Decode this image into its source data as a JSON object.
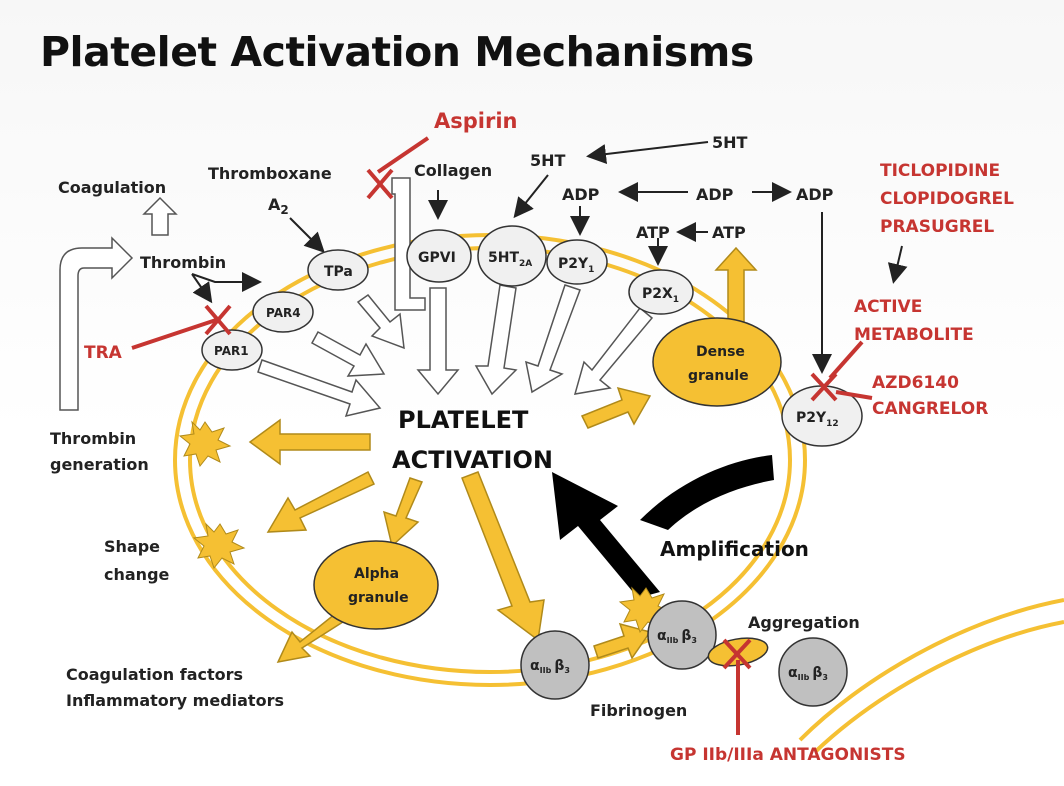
{
  "title": "Platelet Activation Mechanisms",
  "center": {
    "line1": "PLATELET",
    "line2": "ACTIVATION"
  },
  "drugs": {
    "aspirin": "Aspirin",
    "ticlopidine": "TICLOPIDINE",
    "clopidogrel": "CLOPIDOGREL",
    "prasugrel": "PRASUGREL",
    "active1": "ACTIVE",
    "active2": "METABOLITE",
    "azd": "AZD6140",
    "cangrelor": "CANGRELOR",
    "tra": "TRA",
    "gp": "GP IIb/IIIa ANTAGONISTS"
  },
  "labels": {
    "coagulation": "Coagulation",
    "thromboxane": "Thromboxane",
    "a2": "A",
    "a2_sub": "2",
    "collagen": "Collagen",
    "fiveht_top_left": "5HT",
    "fiveht_top_right": "5HT",
    "adp_left": "ADP",
    "adp_mid": "ADP",
    "adp_right": "ADP",
    "atp_left": "ATP",
    "atp_right": "ATP",
    "thrombin": "Thrombin",
    "thrombin_gen1": "Thrombin",
    "thrombin_gen2": "generation",
    "shape1": "Shape",
    "shape2": "change",
    "coag_factors": "Coagulation factors",
    "inflam": "Inflammatory mediators",
    "amplification": "Amplification",
    "aggregation": "Aggregation",
    "fibrinogen": "Fibrinogen"
  },
  "receptors": {
    "tpa": "TPa",
    "gpvi": "GPVI",
    "fiveht2a": "5HT",
    "fiveht2a_sub": "2A",
    "p2y1": "P2Y",
    "p2y1_sub": "1",
    "p2x1": "P2X",
    "p2x1_sub": "1",
    "par4": "PAR4",
    "par1": "PAR1",
    "p2y12": "P2Y",
    "p2y12_sub": "12"
  },
  "granules": {
    "dense1": "Dense",
    "dense2": "granule",
    "alpha1": "Alpha",
    "alpha2": "granule"
  },
  "integrin": {
    "alpha": "α",
    "alpha_sub": "IIb",
    "beta": "β",
    "beta_sub": "3"
  },
  "colors": {
    "gold": "#f5c033",
    "gold_stroke": "#b08a1a",
    "red": "#c63531",
    "receptor_fill": "#f0f0f0",
    "integrin_fill": "#c0c0c0"
  }
}
